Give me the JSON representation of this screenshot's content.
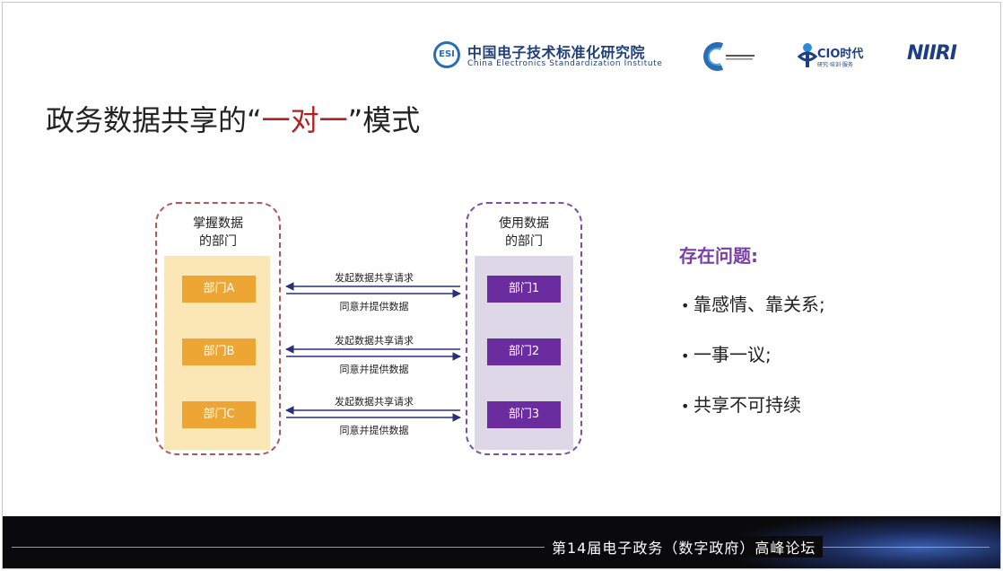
{
  "header": {
    "esi_badge": "ESI",
    "esi_cn": "中国电子技术标准化研究院",
    "esi_en": "China Electronics Standardization Institute",
    "cio_text": "CIO时代",
    "cio_sub": "研究·培训·服务",
    "niiri_text": "NIIRI"
  },
  "title": {
    "prefix": "政务数据共享的“",
    "highlight": "一对一",
    "suffix": "”模式",
    "highlight_color": "#b22222"
  },
  "diagram": {
    "left_group_title_1": "掌握数据",
    "left_group_title_2": "的部门",
    "right_group_title_1": "使用数据",
    "right_group_title_2": "的部门",
    "left_departments": [
      "部门A",
      "部门B",
      "部门C"
    ],
    "right_departments": [
      "部门1",
      "部门2",
      "部门3"
    ],
    "request_label": "发起数据共享请求",
    "response_label": "同意并提供数据",
    "colors": {
      "left_border": "#b35a57",
      "right_border": "#7a4fb3",
      "left_panel": "#fbe7b5",
      "right_panel": "#ddd7e8",
      "left_dept": "#eda533",
      "right_dept": "#6a2c9e",
      "arrow": "#2b2f7a"
    }
  },
  "problems": {
    "title": "存在问题:",
    "items": [
      "靠感情、靠关系;",
      "一事一议;",
      "共享不可持续"
    ],
    "title_color": "#7a3fa6"
  },
  "footer": {
    "text": "第14届电子政务（数字政府）高峰论坛"
  }
}
